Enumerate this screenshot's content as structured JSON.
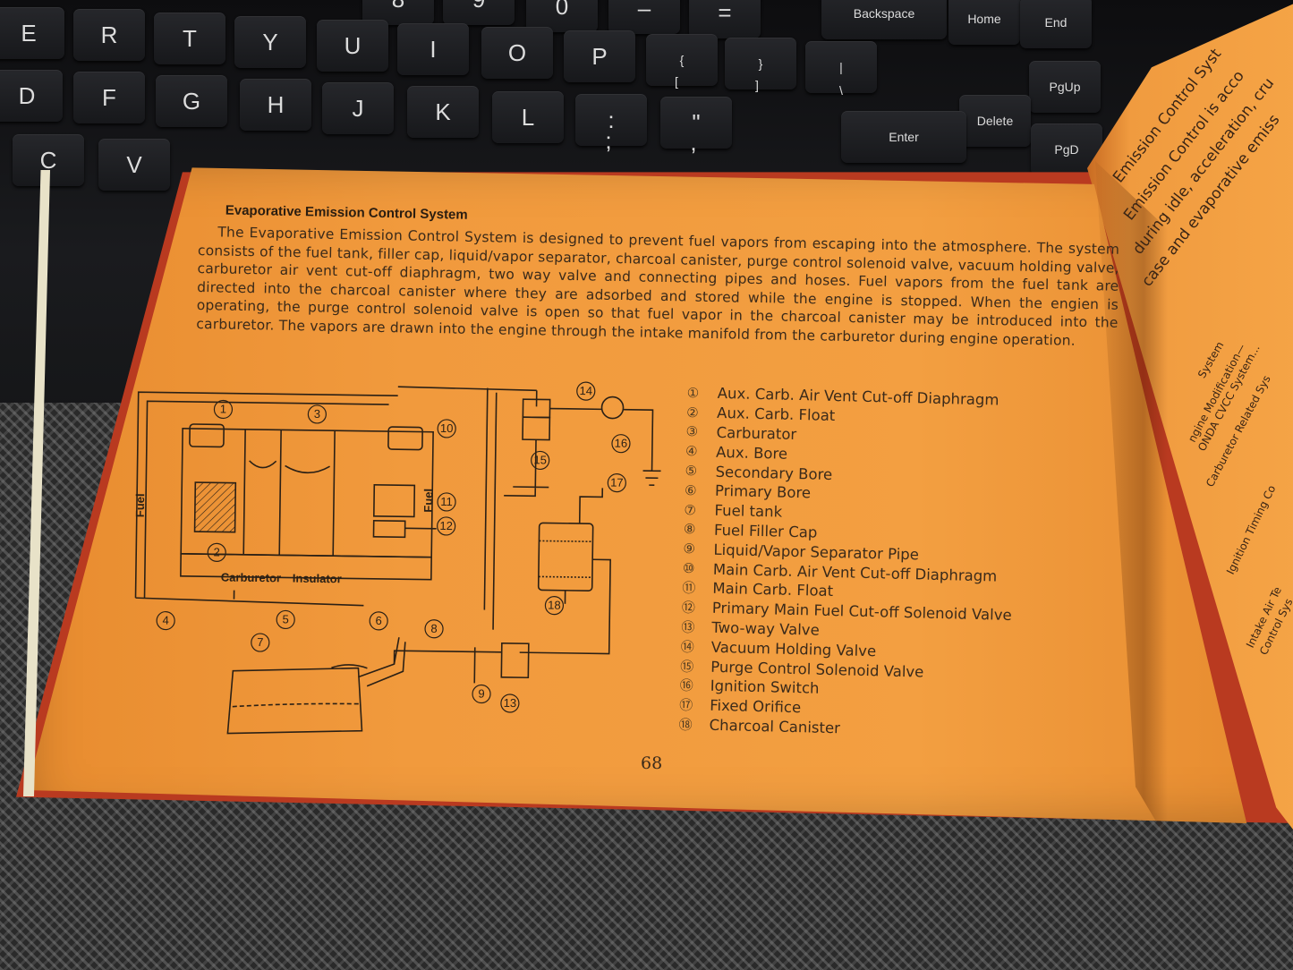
{
  "keyboard": {
    "keys": [
      {
        "label": "8"
      },
      {
        "label": "9"
      },
      {
        "label": "0"
      },
      {
        "label": "–"
      },
      {
        "label": "="
      },
      {
        "label": "Backspace"
      },
      {
        "label": "Home"
      },
      {
        "label": "End"
      },
      {
        "label": "E"
      },
      {
        "label": "R"
      },
      {
        "label": "T"
      },
      {
        "label": "Y"
      },
      {
        "label": "U"
      },
      {
        "label": "I"
      },
      {
        "label": "O"
      },
      {
        "label": "P"
      },
      {
        "label": "{"
      },
      {
        "label": "}"
      },
      {
        "label": "|"
      },
      {
        "label": "D"
      },
      {
        "label": "F"
      },
      {
        "label": "G"
      },
      {
        "label": "H"
      },
      {
        "label": "J"
      },
      {
        "label": "K"
      },
      {
        "label": "L"
      },
      {
        "label": ":"
      },
      {
        "label": "\""
      },
      {
        "label": "PgUp"
      },
      {
        "label": "Delete"
      },
      {
        "label": "Enter"
      },
      {
        "label": "C"
      },
      {
        "label": "V"
      },
      {
        "label": ";"
      },
      {
        "label": ","
      },
      {
        "label": "PgD"
      },
      {
        "label": "["
      },
      {
        "label": "]"
      },
      {
        "label": "\\"
      }
    ]
  },
  "booklet": {
    "heading": "Evaporative Emission Control System",
    "paragraph": "The Evaporative Emission Control System is designed to prevent fuel vapors from escaping into the atmosphere. The system consists of the fuel tank, filler cap, liquid/vapor separator, charcoal canister, purge control solenoid valve, vacuum holding valve, carburetor air vent cut-off diaphragm, two way valve and connecting pipes and hoses. Fuel vapors from the fuel tank are directed into the charcoal canister where they are adsorbed and stored while the engine is stopped. When the engien is operating, the purge control solenoid valve is open so that fuel vapor in the charcoal canister may be introduced into the carburetor. The vapors are drawn into the engine through the intake manifold from the carburetor during engine operation.",
    "page_number": "68",
    "diagram": {
      "labels": {
        "fuel_left": "Fuel",
        "fuel_right": "Fuel",
        "carburetor": "Carburetor",
        "insulator": "Insulator"
      },
      "callouts": [
        "1",
        "2",
        "3",
        "4",
        "5",
        "6",
        "7",
        "8",
        "9",
        "10",
        "11",
        "12",
        "13",
        "14",
        "15",
        "16",
        "17",
        "18"
      ]
    },
    "legend": [
      {
        "num": "①",
        "label": "Aux. Carb. Air Vent Cut-off Diaphragm"
      },
      {
        "num": "②",
        "label": "Aux. Carb. Float"
      },
      {
        "num": "③",
        "label": "Carburator"
      },
      {
        "num": "④",
        "label": "Aux. Bore"
      },
      {
        "num": "⑤",
        "label": "Secondary Bore"
      },
      {
        "num": "⑥",
        "label": "Primary Bore"
      },
      {
        "num": "⑦",
        "label": "Fuel tank"
      },
      {
        "num": "⑧",
        "label": "Fuel Filler Cap"
      },
      {
        "num": "⑨",
        "label": "Liquid/Vapor Separator Pipe"
      },
      {
        "num": "⑩",
        "label": "Main Carb. Air Vent Cut-off Diaphragm"
      },
      {
        "num": "⑪",
        "label": "Main Carb. Float"
      },
      {
        "num": "⑫",
        "label": "Primary Main Fuel Cut-off Solenoid Valve"
      },
      {
        "num": "⑬",
        "label": "Two-way Valve"
      },
      {
        "num": "⑭",
        "label": "Vacuum Holding Valve"
      },
      {
        "num": "⑮",
        "label": "Purge Control Solenoid Valve"
      },
      {
        "num": "⑯",
        "label": "Ignition Switch"
      },
      {
        "num": "⑰",
        "label": "Fixed Orifice"
      },
      {
        "num": "⑱",
        "label": "Charcoal Canister"
      }
    ],
    "right_page": {
      "lines": [
        "Emission Control Syst",
        "Emission Control is acco",
        "during idle, acceleration, cru",
        "case and evaporative emiss",
        "System",
        "ngine Modification—",
        "ONDA CVCC System...",
        "Carburetor Related Sys",
        "Ignition Timing Co",
        "Intake Air Te",
        "Control Sys"
      ]
    }
  }
}
